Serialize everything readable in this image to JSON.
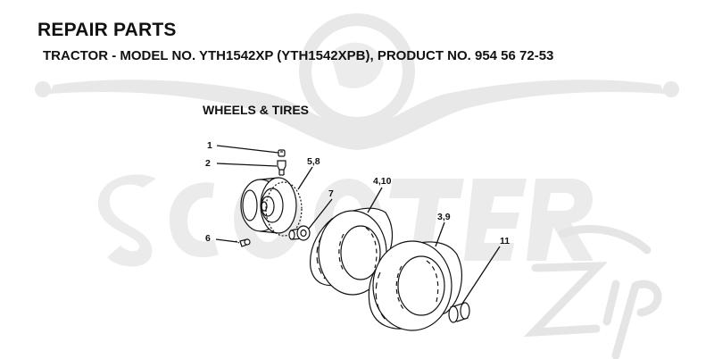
{
  "header": {
    "title": "REPAIR PARTS",
    "subtitle": "TRACTOR - MODEL NO. YTH1542XP (YTH1542XPB), PRODUCT NO. 954 56 72-53"
  },
  "section": {
    "title": "WHEELS & TIRES"
  },
  "diagram": {
    "callouts": {
      "c1": "1",
      "c2": "2",
      "c58": "5,8",
      "c7": "7",
      "c410": "4,10",
      "c39": "3,9",
      "c6": "6",
      "c11": "11"
    }
  },
  "watermark": {
    "brand_text": "SCOOTER",
    "script_text": "zip",
    "color": "#e6e6e6"
  },
  "colors": {
    "ink": "#111111",
    "background": "#ffffff"
  }
}
